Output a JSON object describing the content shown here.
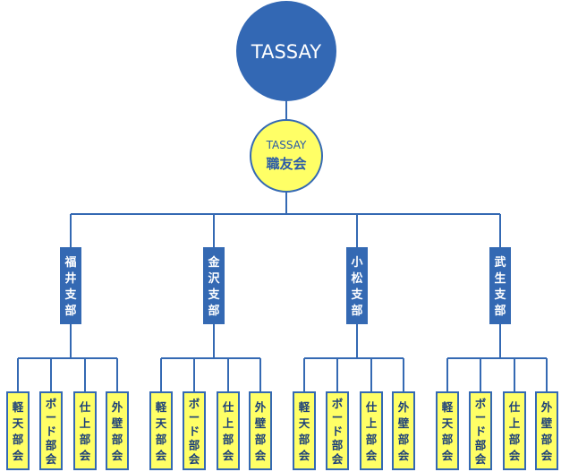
{
  "root": {
    "label": "TASSAY",
    "fill": "#3368b4",
    "text_color": "#ffffff"
  },
  "association": {
    "line1": "TASSAY",
    "line2": "職友会",
    "fill": "#ffff66",
    "stroke": "#3469b3",
    "text_color": "#2a5aa8"
  },
  "branch_style": {
    "fill": "#3469b3",
    "text_color": "#ffffff"
  },
  "sub_style": {
    "fill": "#ffff66",
    "stroke": "#3469b3",
    "text_color": "#1b3f7a"
  },
  "branches": [
    {
      "label": "福井支部",
      "subs": [
        "軽天部会",
        "ボード部会",
        "仕上部会",
        "外壁部会"
      ]
    },
    {
      "label": "金沢支部",
      "subs": [
        "軽天部会",
        "ボード部会",
        "仕上部会",
        "外壁部会"
      ]
    },
    {
      "label": "小松支部",
      "subs": [
        "軽天部会",
        "ボード部会",
        "仕上部会",
        "外壁部会"
      ]
    },
    {
      "label": "武生支部",
      "subs": [
        "軽天部会",
        "ボード部会",
        "仕上部会",
        "外壁部会"
      ]
    }
  ]
}
